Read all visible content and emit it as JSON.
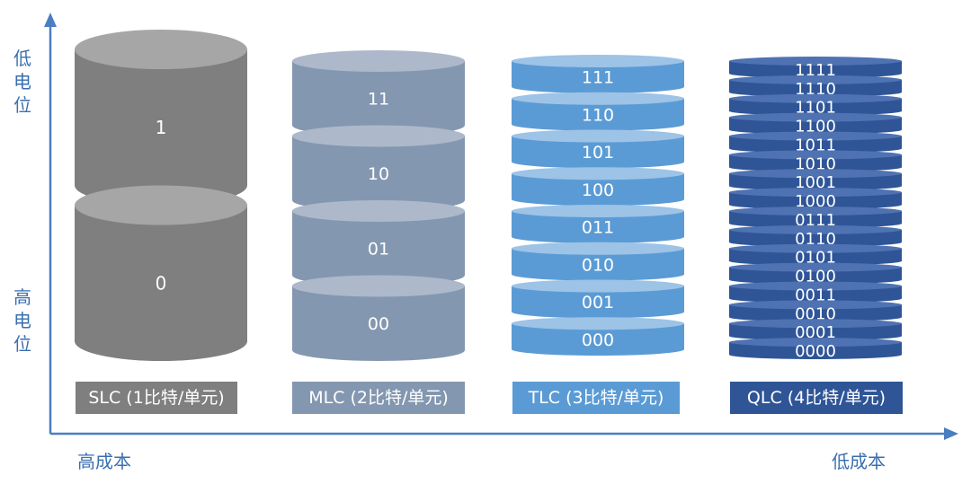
{
  "axis": {
    "y_top_label": "低电位",
    "y_bottom_label": "高电位",
    "x_left_label": "高成本",
    "x_right_label": "低成本"
  },
  "columns": [
    {
      "name": "slc",
      "label": "SLC (1比特/单元)",
      "body_color": "#7f7f7f",
      "top_color": "#a6a6a6",
      "label_bg": "#7f7f7f",
      "levels": [
        "1",
        "0"
      ]
    },
    {
      "name": "mlc",
      "label": "MLC (2比特/单元)",
      "body_color": "#8497b0",
      "top_color": "#adb9ca",
      "label_bg": "#8497b0",
      "levels": [
        "11",
        "10",
        "01",
        "00"
      ]
    },
    {
      "name": "tlc",
      "label": "TLC (3比特/单元)",
      "body_color": "#5b9bd5",
      "top_color": "#9dc3e6",
      "label_bg": "#5b9bd5",
      "levels": [
        "111",
        "110",
        "101",
        "100",
        "011",
        "010",
        "001",
        "000"
      ]
    },
    {
      "name": "qlc",
      "label": "QLC (4比特/单元)",
      "body_color": "#2f5597",
      "top_color": "#4f72b3",
      "label_bg": "#2f5597",
      "levels": [
        "1111",
        "1110",
        "1101",
        "1100",
        "1011",
        "1010",
        "1001",
        "1000",
        "0111",
        "0110",
        "0101",
        "0100",
        "0011",
        "0010",
        "0001",
        "0000"
      ]
    }
  ],
  "colors": {
    "axis": "#4a7ec2"
  }
}
